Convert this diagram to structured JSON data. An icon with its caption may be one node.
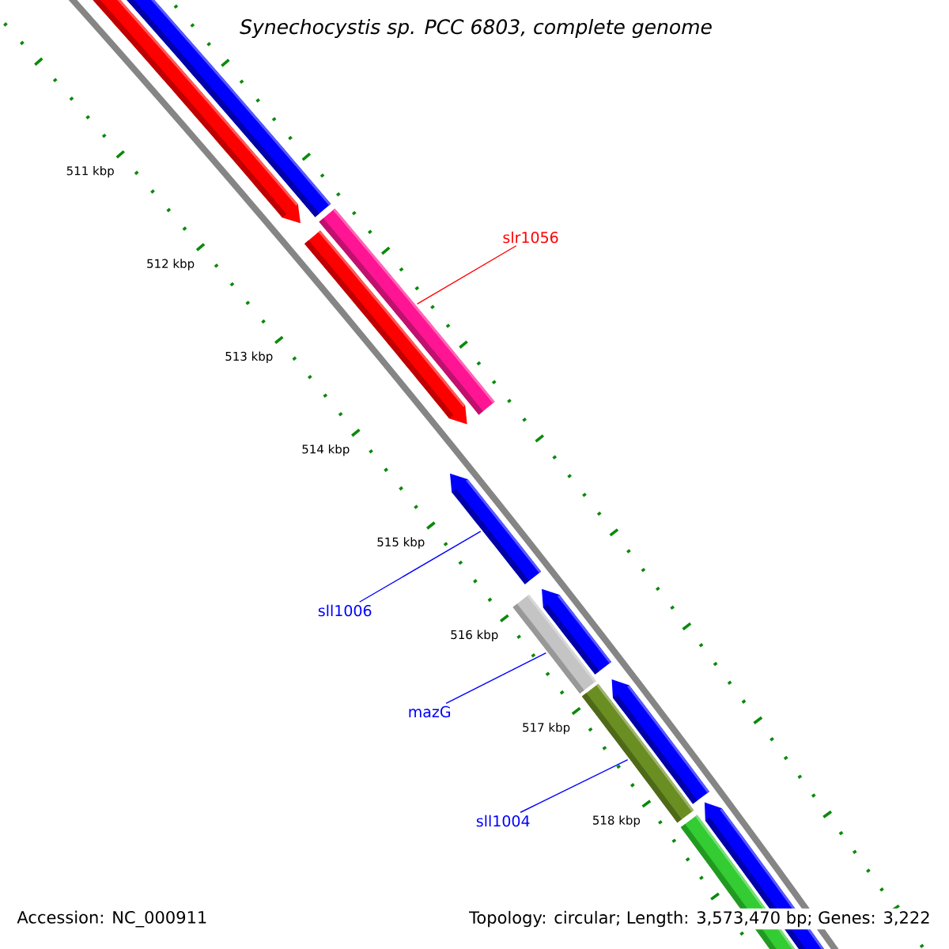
{
  "diagram": {
    "title": "Synechocystis sp. PCC 6803, complete genome",
    "nodes": [
      {
        "text": [
          "slr1056"
        ]
      },
      {
        "text": [],
        "shape": "bar"
      },
      {
        "text": [
          "sll1006"
        ]
      },
      {
        "text": [],
        "shape": "bar"
      },
      {
        "text": [
          "mazG"
        ]
      },
      {
        "text": [],
        "shape": "bar"
      },
      {
        "text": [
          "sll1004"
        ]
      },
      {
        "text": [],
        "shape": "bar"
      }
    ],
    "edges": [
      {
        "from": 0,
        "to": 1,
        "arrow": "none",
        "color": "#ff0000"
      },
      {
        "from": 2,
        "to": 3,
        "arrow": "none"
      },
      {
        "from": 4,
        "to": 5,
        "arrow": "none"
      },
      {
        "from": 6,
        "to": 7,
        "arrow": "none"
      }
    ],
    "labels": [
      "511 kbp",
      "512 kbp",
      "513 kbp",
      "514 kbp",
      "515 kbp",
      "516 kbp",
      "517 kbp",
      "518 kbp",
      "Accession: NC_000911",
      "Topology: circular; Length: 3,573,470 bp; Genes: 3,222"
    ]
  }
}
